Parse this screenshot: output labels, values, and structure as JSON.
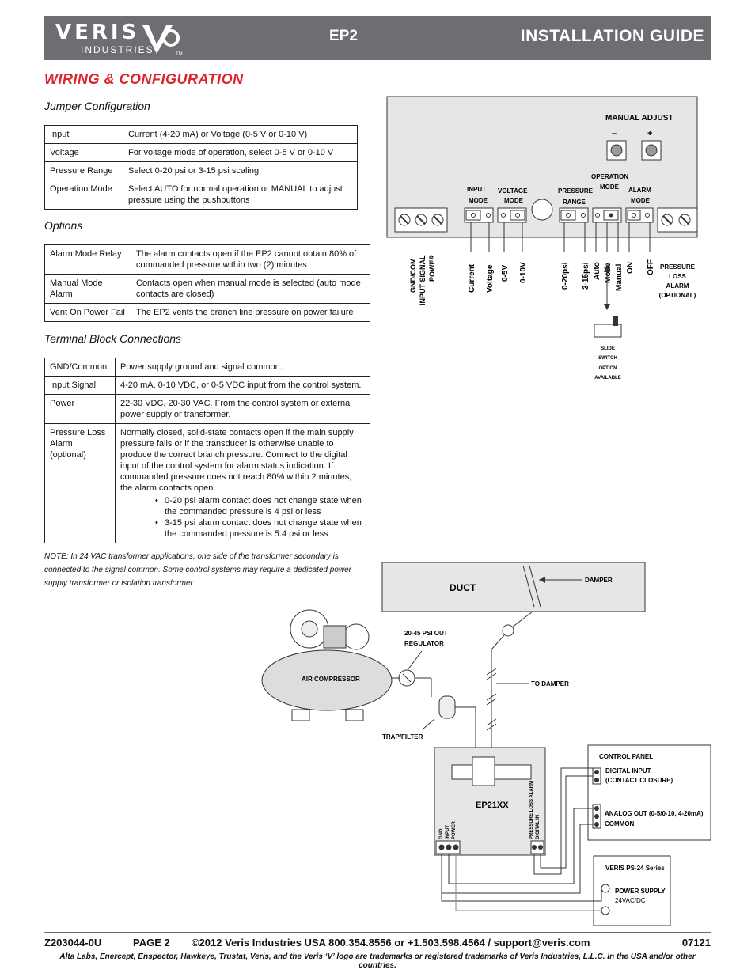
{
  "header": {
    "logo_text": "VERIS",
    "logo_sub": "INDUSTRIES",
    "logo_tm": "TM",
    "model": "EP2",
    "title": "INSTALLATION GUIDE"
  },
  "section_title": "WIRING & CONFIGURATION",
  "jumper": {
    "heading": "Jumper Configuration",
    "rows": [
      {
        "k": "Input",
        "v": "Current (4-20 mA) or Voltage (0-5 V or 0-10 V)"
      },
      {
        "k": "Voltage",
        "v": "For voltage mode of operation, select 0-5 V or 0-10 V"
      },
      {
        "k": "Pressure Range",
        "v": "Select 0-20 psi or 3-15 psi scaling"
      },
      {
        "k": "Operation Mode",
        "v": "Select AUTO for normal operation or MANUAL to adjust pressure using the pushbuttons"
      }
    ]
  },
  "options": {
    "heading": "Options",
    "rows": [
      {
        "k": "Alarm Mode Relay",
        "v": "The alarm contacts open if the EP2 cannot obtain 80% of commanded pressure within two (2) minutes"
      },
      {
        "k": "Manual Mode Alarm",
        "v": "Contacts open when manual mode is selected (auto mode contacts are closed)"
      },
      {
        "k": "Vent On Power Fail",
        "v": "The EP2 vents the branch line pressure on power failure"
      }
    ]
  },
  "terminal": {
    "heading": "Terminal Block Connections",
    "rows": [
      {
        "k": "GND/Common",
        "v": "Power supply ground and signal common."
      },
      {
        "k": "Input Signal",
        "v": "4-20 mA, 0-10 VDC, or 0-5 VDC input from the control system."
      },
      {
        "k": "Power",
        "v": "22-30 VDC, 20-30 VAC. From the control system or external power supply or transformer."
      },
      {
        "k": "Pressure Loss Alarm (optional)",
        "v": "Normally closed, solid-state contacts open if the main supply pressure fails or if the transducer is otherwise unable to produce the correct branch pressure. Connect to the digital input of the control system for alarm status indication. If commanded pressure does not reach 80% within 2 minutes, the alarm contacts open."
      }
    ],
    "bullets": [
      "0-20 psi alarm contact does not change state when the commanded pressure is 4 psi or less",
      "3-15 psi alarm contact does not change state when the commanded pressure is 5.4 psi or less"
    ]
  },
  "note": "NOTE: In 24 VAC transformer applications, one side of the transformer secondary is connected to the signal common. Some control systems may require a dedicated power supply transformer or isolation transformer.",
  "board": {
    "manual_adjust": "MANUAL ADJUST",
    "minus": "–",
    "plus": "+",
    "input_mode": [
      "INPUT",
      "MODE"
    ],
    "voltage_mode": [
      "VOLTAGE",
      "MODE"
    ],
    "pressure_range": [
      "PRESSURE",
      "RANGE"
    ],
    "operation_mode": [
      "OPERATION",
      "MODE"
    ],
    "alarm_mode": [
      "ALARM",
      "MODE"
    ],
    "left_terms": [
      "GND/COM",
      "INPUT SIGNAL",
      "POWER"
    ],
    "pin_labels": [
      "Current",
      "Voltage",
      "0-5V",
      "0-10V",
      "0-20psi",
      "3-15psi",
      "Auto",
      "Mode",
      "Manual",
      "ON",
      "OFF"
    ],
    "pressure_loss": [
      "PRESSURE",
      "LOSS",
      "ALARM",
      "(OPTIONAL)"
    ],
    "slide_switch": [
      "SLIDE",
      "SWITCH",
      "OPTION",
      "AVAILABLE"
    ]
  },
  "install": {
    "duct": "DUCT",
    "damper": "DAMPER",
    "regulator": [
      "20-45 PSI OUT",
      "REGULATOR"
    ],
    "to_damper": "TO DAMPER",
    "air_compressor": "AIR COMPRESSOR",
    "trap_filter": "TRAP/FILTER",
    "ep21xx": "EP21XX",
    "ep_left": [
      "GND",
      "INPUT",
      "POWER"
    ],
    "ep_right": [
      "PRESSURE LOSS ALARM",
      "DIGITAL IN"
    ],
    "control_panel": "CONTROL PANEL",
    "digital_input": [
      "DIGITAL INPUT",
      "(CONTACT CLOSURE)"
    ],
    "analog_out": [
      "ANALOG OUT (0-5/0-10, 4-20mA)",
      "COMMON"
    ],
    "ps_series": "VERIS PS-24 Series",
    "power_supply": [
      "POWER SUPPLY",
      "24VAC/DC"
    ]
  },
  "footer": {
    "doc_id": "Z203044-0U",
    "page": "PAGE 2",
    "copyright": "©2012 Veris Industries   USA 800.354.8556 or +1.503.598.4564  / support@veris.com",
    "code": "07121",
    "trademark": "Alta Labs, Enercept, Enspector, Hawkeye, Trustat, Veris, and the Veris ‘V’ logo are trademarks or registered trademarks of  Veris Industries, L.L.C. in the USA and/or other countries."
  }
}
